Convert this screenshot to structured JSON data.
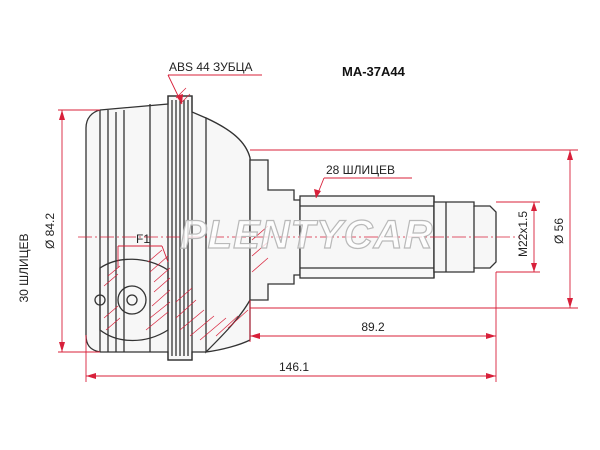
{
  "part_number": "MA-37A44",
  "watermark": "PLENTYCAR",
  "labels": {
    "abs_teeth": "ABS 44 ЗУБЦА",
    "outer_splines": "28 ШЛИЦЕВ",
    "inner_splines": "30 ШЛИЦЕВ",
    "thread": "M22x1.5",
    "shaft_diameter": "Ø 56",
    "housing_diameter": "Ø 84.2",
    "shaft_length": "89.2",
    "total_length": "146.1",
    "f1": "F1"
  },
  "colors": {
    "dimension_lines": "#d8203a",
    "outline": "#333333",
    "watermark_stroke": "#b9b9b9"
  }
}
